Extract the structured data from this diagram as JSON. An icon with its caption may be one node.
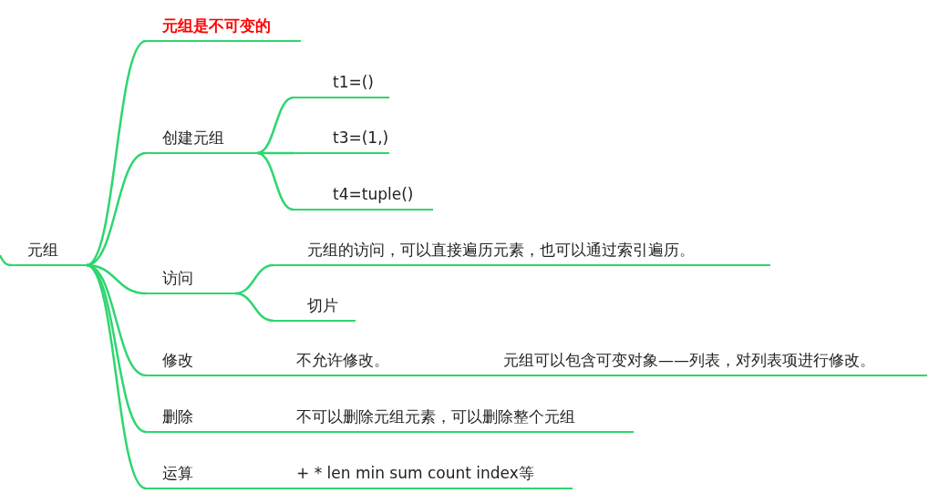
{
  "diagram": {
    "nodes": [
      {
        "text": [
          "元组"
        ]
      },
      {
        "text": [
          "元组是不可变的"
        ]
      },
      {
        "text": [
          "创建元组"
        ]
      },
      {
        "text": [
          "t1=()"
        ]
      },
      {
        "text": [
          "t3=(1,)"
        ]
      },
      {
        "text": [
          "t4=tuple()"
        ]
      },
      {
        "text": [
          "访问"
        ]
      },
      {
        "text": [
          "元组的访问，可以直接遍历元素，也可以通过索引遍历。"
        ]
      },
      {
        "text": [
          "切片"
        ]
      },
      {
        "text": [
          "修改",
          "不允许修改。",
          "元组可以包含可变对象——列表，对列表项进行修改。"
        ]
      },
      {
        "text": [
          "删除",
          "不可以删除元组元素，可以删除整个元组"
        ]
      },
      {
        "text": [
          "运算",
          "+ * len min sum count index等"
        ]
      }
    ],
    "edges": [
      {
        "from": 0,
        "to": 1,
        "arrow": "none"
      },
      {
        "from": 0,
        "to": 2,
        "arrow": "none"
      },
      {
        "from": 2,
        "to": 3,
        "arrow": "none"
      },
      {
        "from": 2,
        "to": 4,
        "arrow": "none"
      },
      {
        "from": 2,
        "to": 5,
        "arrow": "none"
      },
      {
        "from": 0,
        "to": 6,
        "arrow": "none"
      },
      {
        "from": 6,
        "to": 7,
        "arrow": "none"
      },
      {
        "from": 6,
        "to": 8,
        "arrow": "none"
      },
      {
        "from": 0,
        "to": 9,
        "arrow": "none"
      },
      {
        "from": 0,
        "to": 10,
        "arrow": "none"
      },
      {
        "from": 0,
        "to": 11,
        "arrow": "none"
      }
    ]
  }
}
